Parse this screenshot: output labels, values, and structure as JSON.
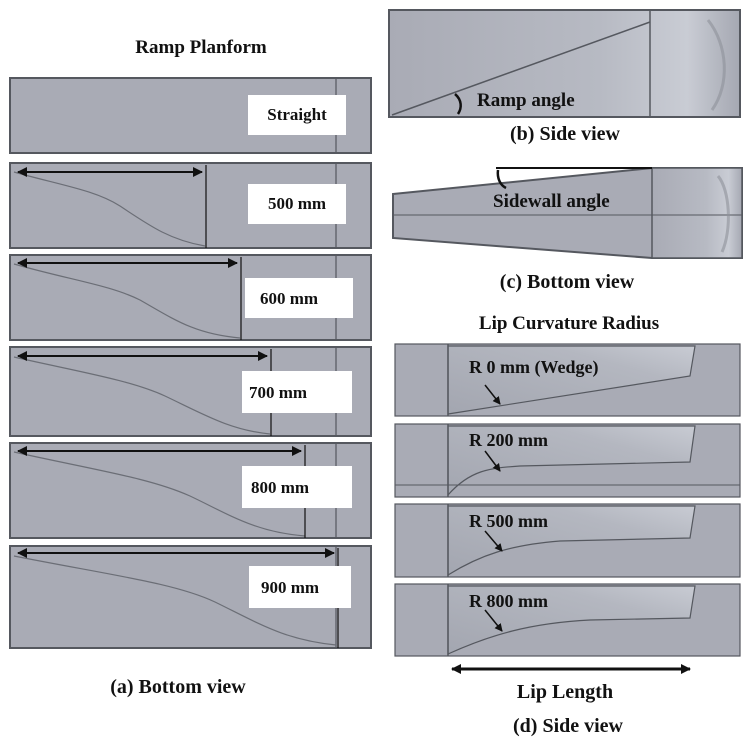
{
  "left": {
    "title": "Ramp Planform",
    "panels": [
      "Straight",
      "500 mm",
      "600 mm",
      "700 mm",
      "800 mm",
      "900 mm"
    ],
    "caption": "(a) Bottom view"
  },
  "side": {
    "angle_label": "Ramp angle",
    "caption": "(b) Side view"
  },
  "bottom": {
    "angle_label": "Sidewall angle",
    "caption": "(c) Bottom view"
  },
  "lip": {
    "title": "Lip Curvature Radius",
    "panels": [
      "R 0 mm (Wedge)",
      "R 200 mm",
      "R 500 mm",
      "R 800 mm"
    ],
    "length_label": "Lip Length",
    "caption": "(d) Side view"
  },
  "colors": {
    "body": "#a9abb5",
    "edge": "#55585f",
    "shade": "#b9bcc5"
  }
}
